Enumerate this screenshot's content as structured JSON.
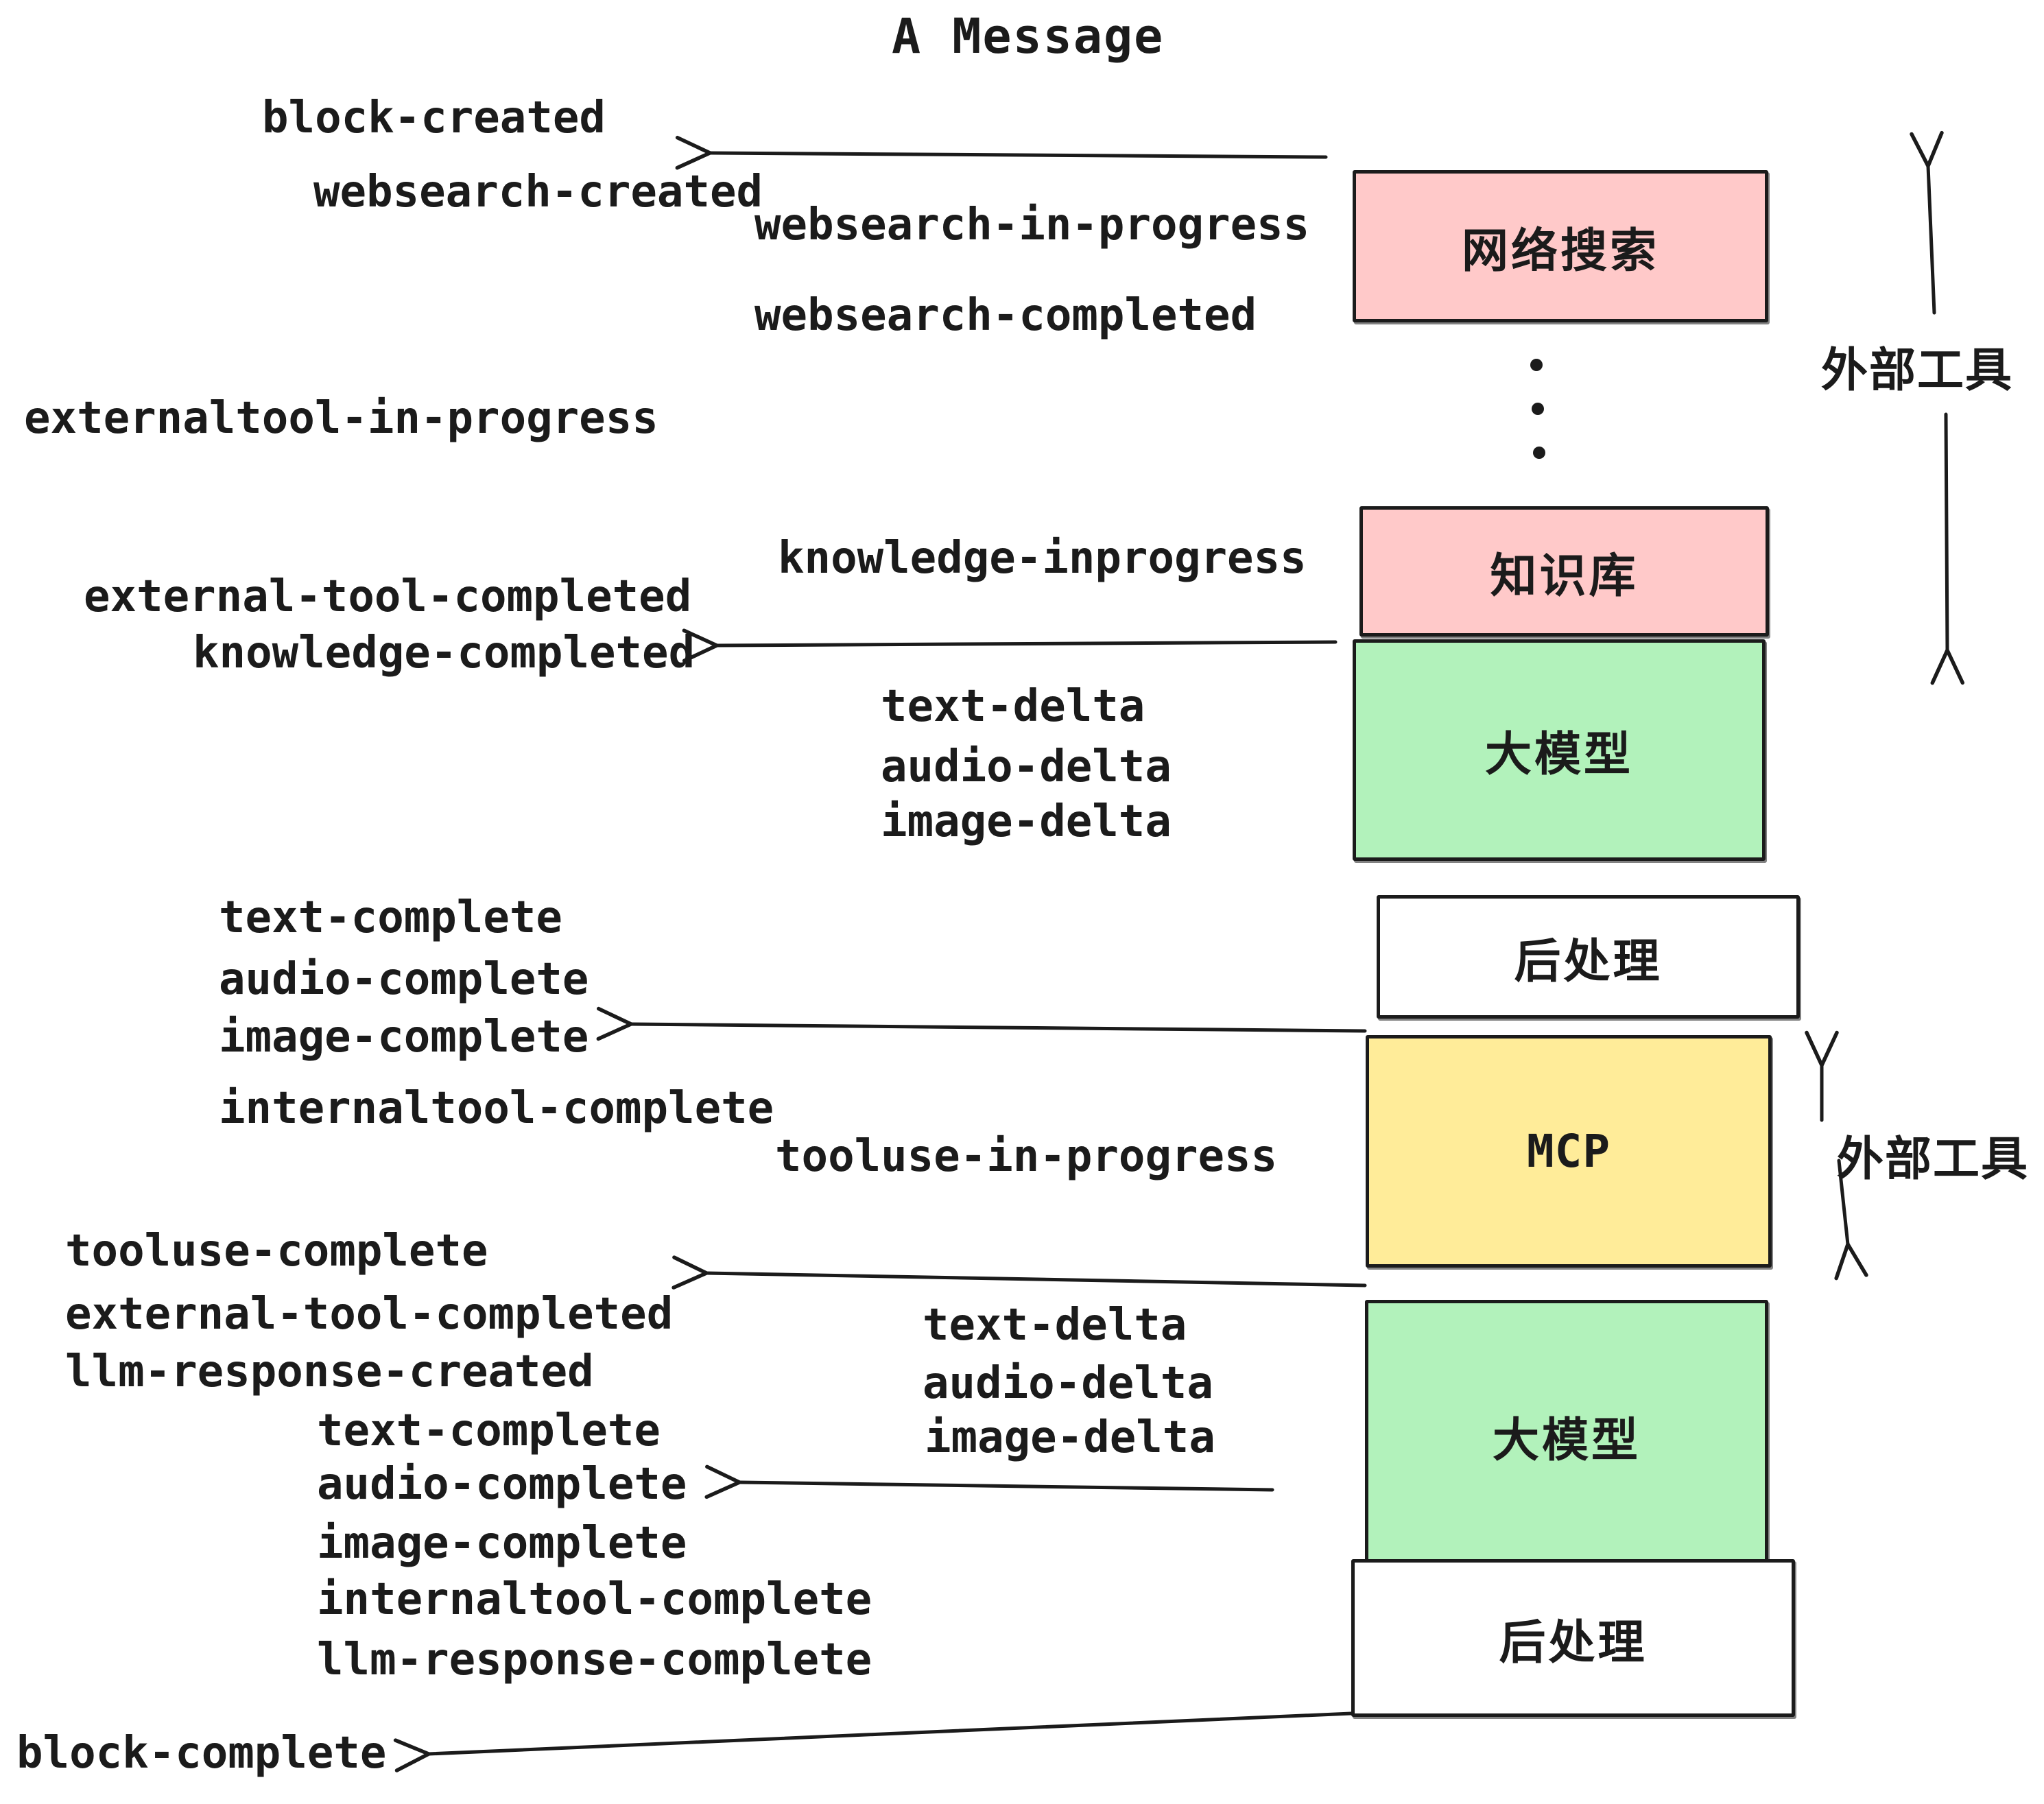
{
  "title": "A Message",
  "colors": {
    "pink": "#ffc9c9",
    "green": "#b2f2bb",
    "yellow": "#ffec99",
    "white": "#ffffff",
    "ink": "#1b1b1b"
  },
  "boxes": [
    "网络搜索",
    "知识库",
    "大模型",
    "后处理",
    "MCP",
    "大模型",
    "后处理"
  ],
  "side_labels": [
    "外部工具",
    "外部工具"
  ],
  "events": [
    "block-created",
    "websearch-created",
    "websearch-in-progress",
    "websearch-completed",
    "externaltool-in-progress",
    "knowledge-inprogress",
    "external-tool-completed",
    "knowledge-completed",
    "text-delta",
    "audio-delta",
    "image-delta",
    "text-complete",
    "audio-complete",
    "image-complete",
    "internaltool-complete",
    "tooluse-in-progress",
    "tooluse-complete",
    "external-tool-completed",
    "llm-response-created",
    "text-complete",
    "audio-complete",
    "image-complete",
    "internaltool-complete",
    "llm-response-complete",
    "block-complete",
    "text-delta",
    "audio-delta",
    "image-delta"
  ]
}
